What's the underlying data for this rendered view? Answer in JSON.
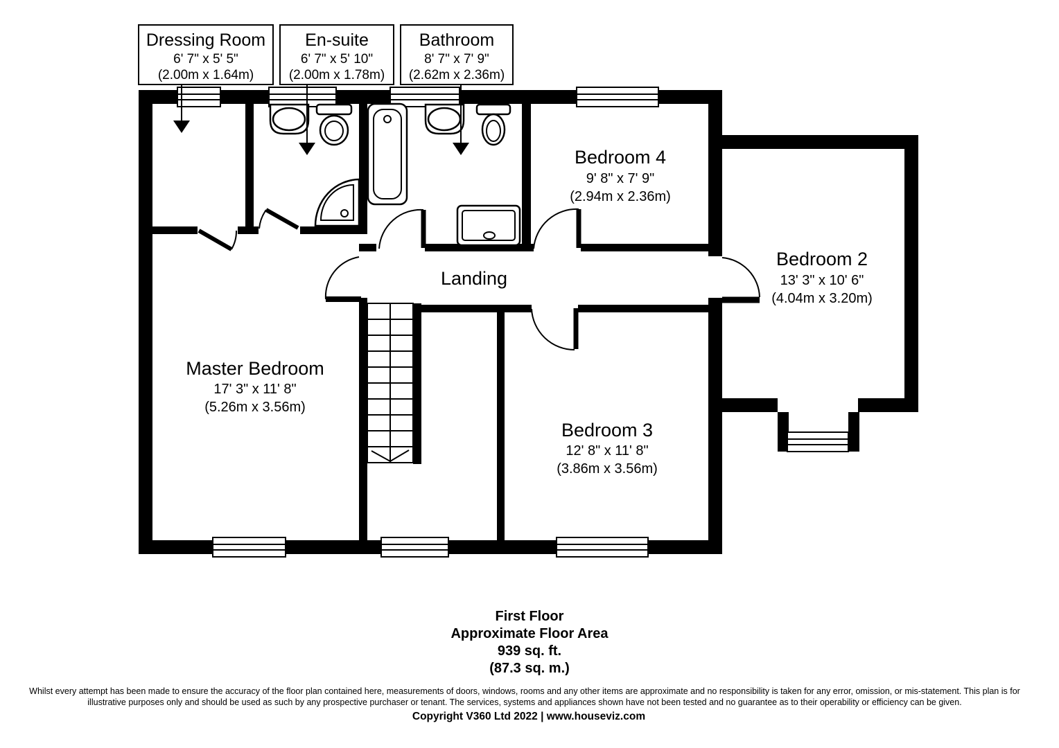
{
  "callouts": [
    {
      "title": "Dressing Room",
      "imperial": "6' 7\" x 5' 5\"",
      "metric": "(2.00m x 1.64m)"
    },
    {
      "title": "En-suite",
      "imperial": "6' 7\" x 5' 10\"",
      "metric": "(2.00m x 1.78m)"
    },
    {
      "title": "Bathroom",
      "imperial": "8' 7\" x 7' 9\"",
      "metric": "(2.62m x 2.36m)"
    }
  ],
  "rooms": {
    "bedroom4": {
      "title": "Bedroom 4",
      "imperial": "9' 8\" x 7' 9\"",
      "metric": "(2.94m x 2.36m)"
    },
    "bedroom2": {
      "title": "Bedroom 2",
      "imperial": "13' 3\" x 10' 6\"",
      "metric": "(4.04m x 3.20m)"
    },
    "master": {
      "title": "Master Bedroom",
      "imperial": "17' 3\" x 11' 8\"",
      "metric": "(5.26m x 3.56m)"
    },
    "bedroom3": {
      "title": "Bedroom 3",
      "imperial": "12' 8\" x 11' 8\"",
      "metric": "(3.86m x 3.56m)"
    },
    "landing": {
      "title": "Landing"
    }
  },
  "footer": {
    "line1": "First Floor",
    "line2": "Approximate Floor Area",
    "line3": "939 sq. ft.",
    "line4": "(87.3 sq. m.)"
  },
  "legal": {
    "disclaimer_line1": "Whilst every attempt has been made to ensure the accuracy of the floor plan contained here, measurements of doors, windows, rooms and any other items are approximate and no responsibility is taken for any error, omission, or mis-statement. This plan is for",
    "disclaimer_line2": "illustrative purposes only and should be used as such by any prospective purchaser or tenant. The services, systems and appliances shown have not been tested and no guarantee as to their operability or efficiency can be given.",
    "copyright": "Copyright V360 Ltd 2022 | www.houseviz.com"
  },
  "colors": {
    "wall": "#000000",
    "background": "#ffffff",
    "text": "#000000"
  }
}
